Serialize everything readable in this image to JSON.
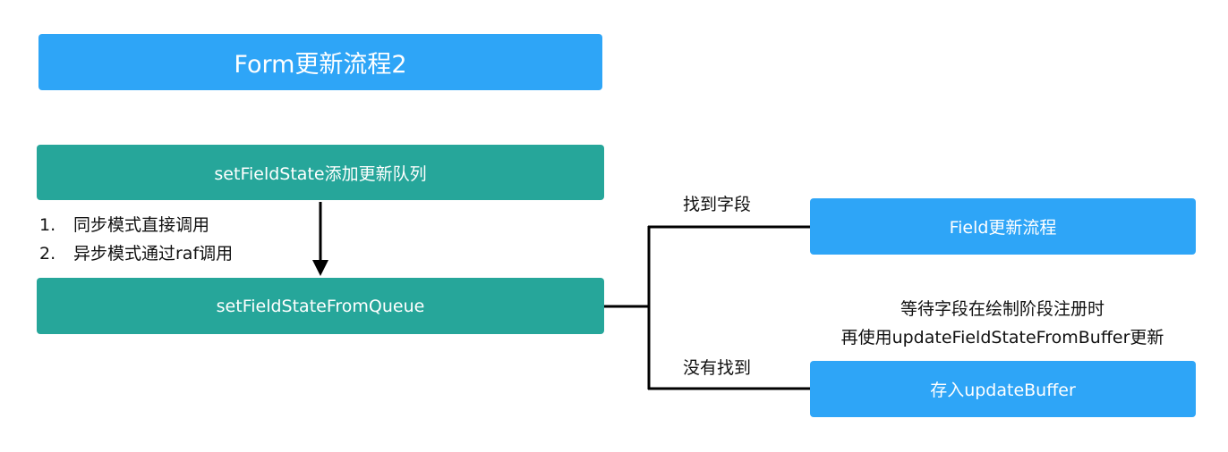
{
  "title": "Form更新流程2",
  "nodes": {
    "queue": "setFieldState添加更新队列",
    "from_queue": "setFieldStateFromQueue",
    "field_flow": "Field更新流程",
    "buffer": "存入updateBuffer"
  },
  "notes": [
    {
      "num": "1.",
      "text": "同步模式直接调用"
    },
    {
      "num": "2.",
      "text": "异步模式通过raf调用"
    }
  ],
  "branch_labels": {
    "found": "找到字段",
    "not_found": "没有找到"
  },
  "buffer_note": [
    "等待字段在绘制阶段注册时",
    "再使用updateFieldStateFromBuffer更新"
  ],
  "colors": {
    "blue": "#2ea5f7",
    "teal": "#26a69a",
    "line": "#000000"
  }
}
